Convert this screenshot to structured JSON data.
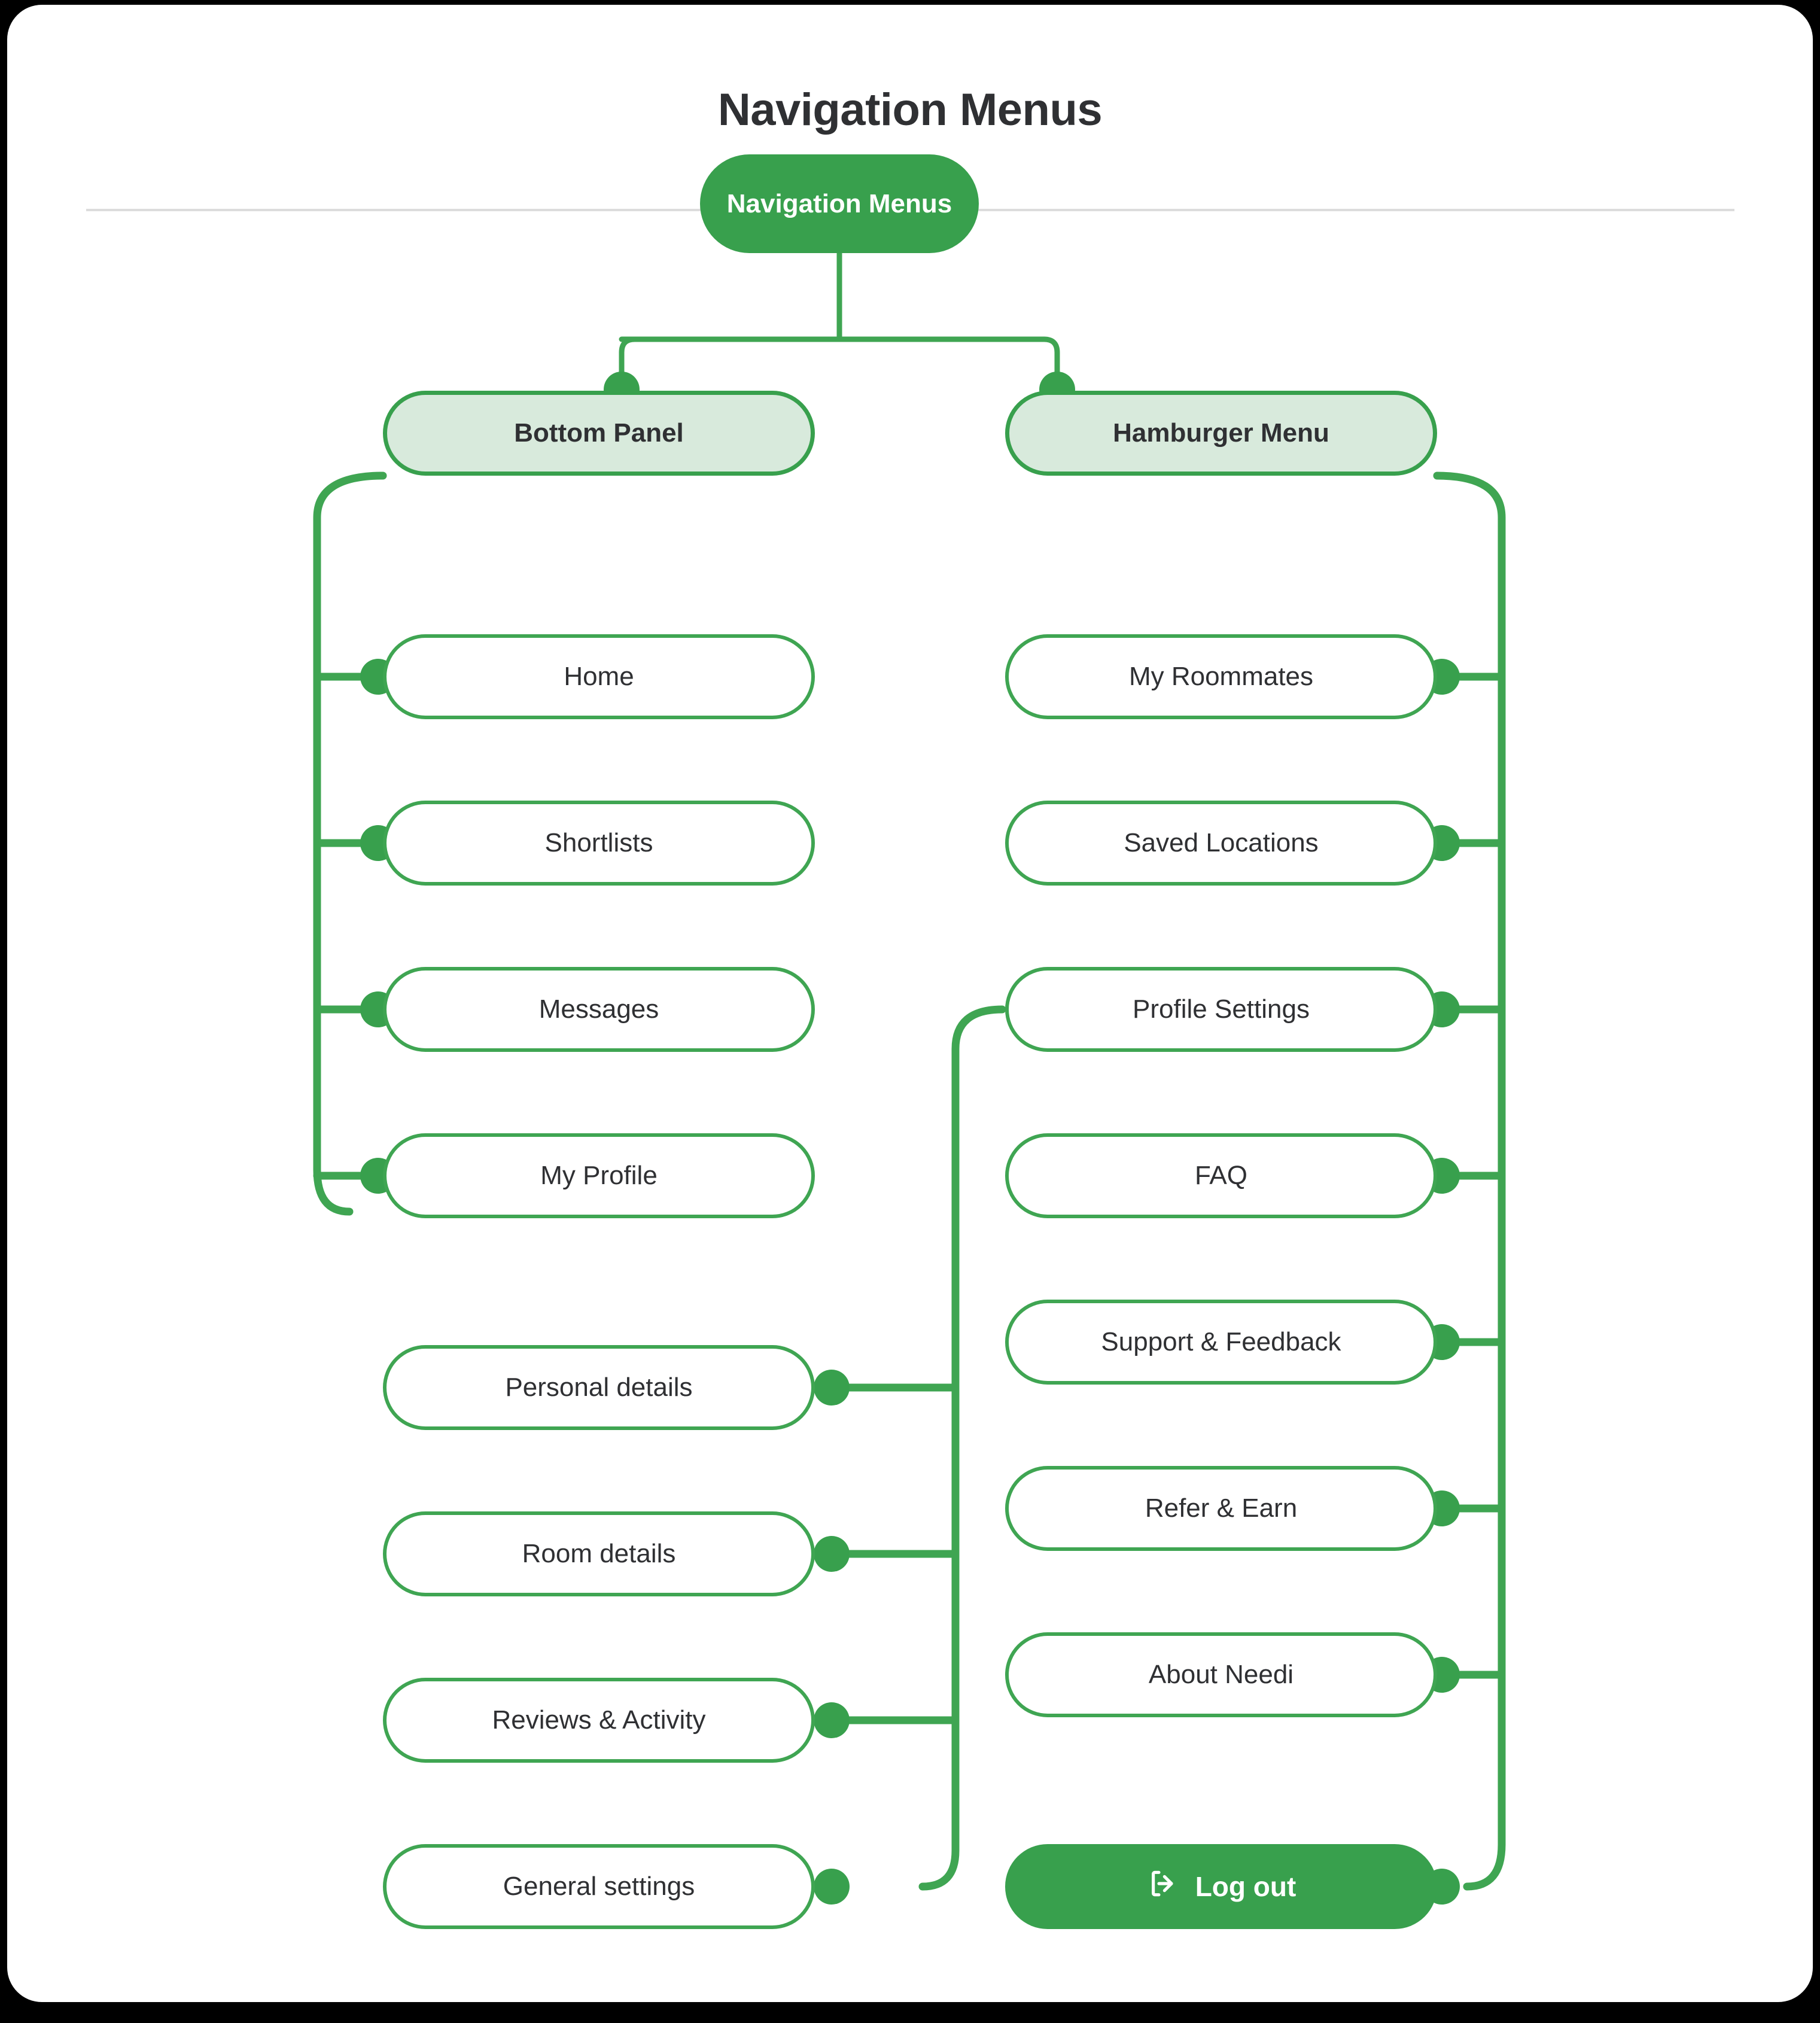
{
  "page": {
    "title": "Navigation Menus",
    "background_color": "#000000",
    "card_color": "#ffffff",
    "divider_color": "#dcdcdc"
  },
  "theme": {
    "accent_green": "#38a04d",
    "node_border_green": "#3fa552",
    "category_fill": "#d8eadc",
    "text_dark": "#2f3033",
    "text_light": "#ffffff"
  },
  "diagram": {
    "type": "tree",
    "root": {
      "label": "Navigation Menus",
      "style": "filled-green"
    },
    "branches": [
      {
        "label": "Bottom Panel",
        "style": "category",
        "items": [
          {
            "label": "Home",
            "style": "leaf",
            "connector": "left"
          },
          {
            "label": "Shortlists",
            "style": "leaf",
            "connector": "left"
          },
          {
            "label": "Messages",
            "style": "leaf",
            "connector": "left"
          },
          {
            "label": "My Profile",
            "style": "leaf",
            "connector": "left"
          }
        ]
      },
      {
        "label": "Hamburger Menu",
        "style": "category",
        "items": [
          {
            "label": "My Roommates",
            "style": "leaf",
            "connector": "right"
          },
          {
            "label": "Saved Locations",
            "style": "leaf",
            "connector": "right"
          },
          {
            "label": "Profile Settings",
            "style": "leaf",
            "connector": "right"
          },
          {
            "label": "FAQ",
            "style": "leaf",
            "connector": "right"
          },
          {
            "label": "Support & Feedback",
            "style": "leaf",
            "connector": "right"
          },
          {
            "label": "Refer & Earn",
            "style": "leaf",
            "connector": "right"
          },
          {
            "label": "About Needi",
            "style": "leaf",
            "connector": "right"
          },
          {
            "label": "Log out",
            "style": "filled-green",
            "connector": "right",
            "icon": "logout-icon"
          }
        ]
      }
    ],
    "profile_settings_children": [
      {
        "label": "Personal details",
        "style": "leaf",
        "connector": "right"
      },
      {
        "label": "Room details",
        "style": "leaf",
        "connector": "right"
      },
      {
        "label": "Reviews & Activity",
        "style": "leaf",
        "connector": "right"
      },
      {
        "label": "General settings",
        "style": "leaf",
        "connector": "right"
      }
    ]
  }
}
